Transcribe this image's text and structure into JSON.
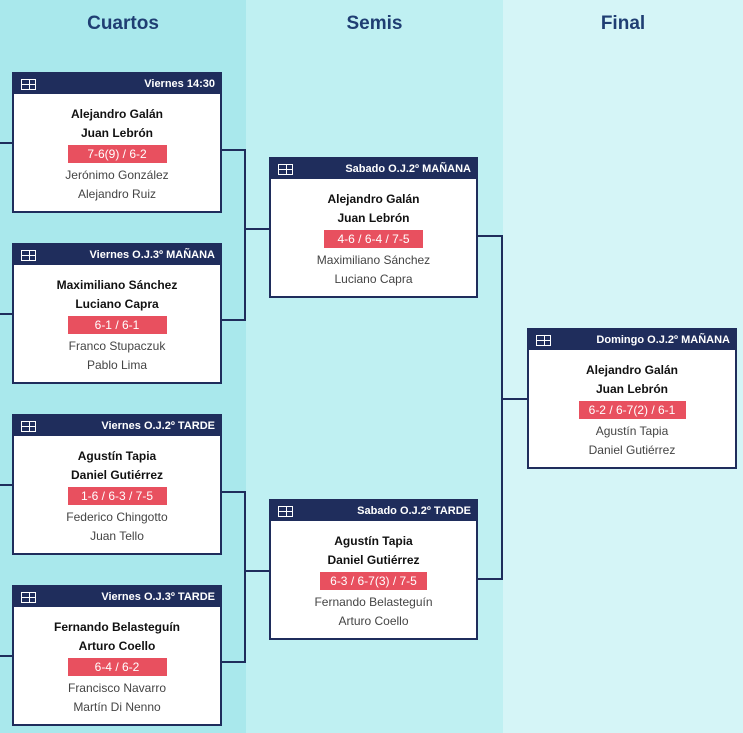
{
  "rounds": {
    "quarters": "Cuartos",
    "semis": "Semis",
    "final": "Final"
  },
  "matches": {
    "q1": {
      "schedule": "Viernes 14:30",
      "winner": [
        "Alejandro Galán",
        "Juan Lebrón"
      ],
      "score": "7-6(9) / 6-2",
      "loser": [
        "Jerónimo González",
        "Alejandro Ruiz"
      ]
    },
    "q2": {
      "schedule": "Viernes O.J.3º MAÑANA",
      "winner": [
        "Maximiliano Sánchez",
        "Luciano Capra"
      ],
      "score": "6-1 / 6-1",
      "loser": [
        "Franco Stupaczuk",
        "Pablo Lima"
      ]
    },
    "q3": {
      "schedule": "Viernes O.J.2º TARDE",
      "winner": [
        "Agustín Tapia",
        "Daniel Gutiérrez"
      ],
      "score": "1-6 / 6-3 / 7-5",
      "loser": [
        "Federico Chingotto",
        "Juan Tello"
      ]
    },
    "q4": {
      "schedule": "Viernes O.J.3º TARDE",
      "winner": [
        "Fernando Belasteguín",
        "Arturo Coello"
      ],
      "score": "6-4 / 6-2",
      "loser": [
        "Francisco Navarro",
        "Martín Di Nenno"
      ]
    },
    "s1": {
      "schedule": "Sabado O.J.2º MAÑANA",
      "winner": [
        "Alejandro Galán",
        "Juan Lebrón"
      ],
      "score": "4-6 / 6-4 / 7-5",
      "loser": [
        "Maximiliano Sánchez",
        "Luciano Capra"
      ]
    },
    "s2": {
      "schedule": "Sabado O.J.2º TARDE",
      "winner": [
        "Agustín Tapia",
        "Daniel Gutiérrez"
      ],
      "score": "6-3 / 6-7(3) / 7-5",
      "loser": [
        "Fernando Belasteguín",
        "Arturo Coello"
      ]
    },
    "f1": {
      "schedule": "Domingo O.J.2º MAÑANA",
      "winner": [
        "Alejandro Galán",
        "Juan Lebrón"
      ],
      "score": "6-2 / 6-7(2) / 6-1",
      "loser": [
        "Agustín Tapia",
        "Daniel Gutiérrez"
      ]
    }
  },
  "icons": {
    "court": "court-icon"
  },
  "colors": {
    "header": "#1f2d5c",
    "score": "#e8505f",
    "title": "#1f3e73"
  }
}
